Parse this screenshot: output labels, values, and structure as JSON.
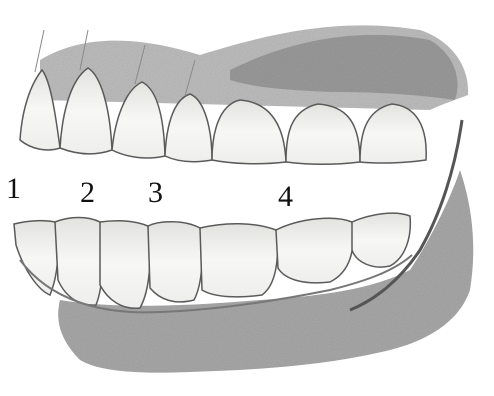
{
  "figure": {
    "description_free": true,
    "labels": [
      {
        "id": "1",
        "text": "1"
      },
      {
        "id": "2",
        "text": "2"
      },
      {
        "id": "3",
        "text": "3"
      },
      {
        "id": "4",
        "text": "4"
      }
    ]
  },
  "colors": {
    "tooth_fill": "#f4f4f2",
    "tooth_stroke": "#555555",
    "gum_shade": "#b9b9b9",
    "jaw_shade": "#8e8e8e",
    "label": "#111111"
  }
}
